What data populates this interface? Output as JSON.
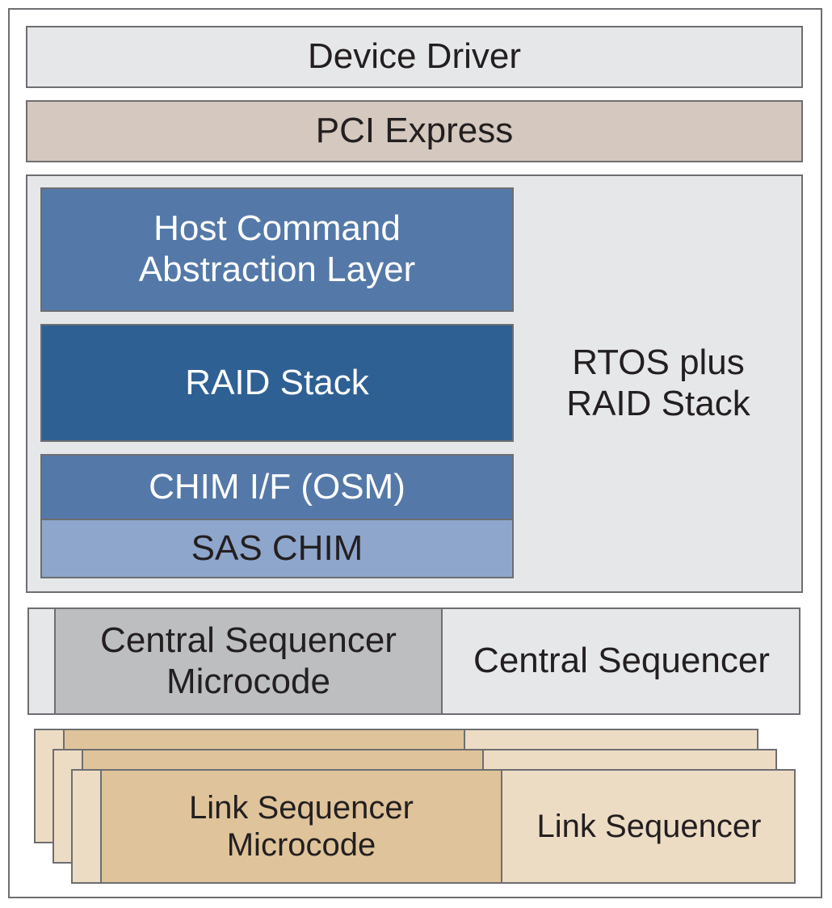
{
  "layers": {
    "device_driver": "Device Driver",
    "pci_express": "PCI Express",
    "host_command": "Host Command\nAbstraction Layer",
    "raid_stack": "RAID Stack",
    "chim_if": "CHIM I/F (OSM)",
    "sas_chim": "SAS CHIM",
    "rtos": "RTOS plus\nRAID Stack",
    "central_microcode": "Central Sequencer\nMicrocode",
    "central_sequencer": "Central Sequencer",
    "link_microcode": "Link Sequencer\nMicrocode",
    "link_sequencer": "Link Sequencer"
  },
  "colors": {
    "outline": "#6d6e71",
    "light_gray": "#e6e7e8",
    "taupe": "#d5c8be",
    "blue_medium": "#5479a8",
    "blue_dark": "#2e6094",
    "blue_light": "#8fa6cc",
    "gray_medium": "#bcbec0",
    "tan": "#dfc39a",
    "tan_light": "#eddcc4"
  }
}
